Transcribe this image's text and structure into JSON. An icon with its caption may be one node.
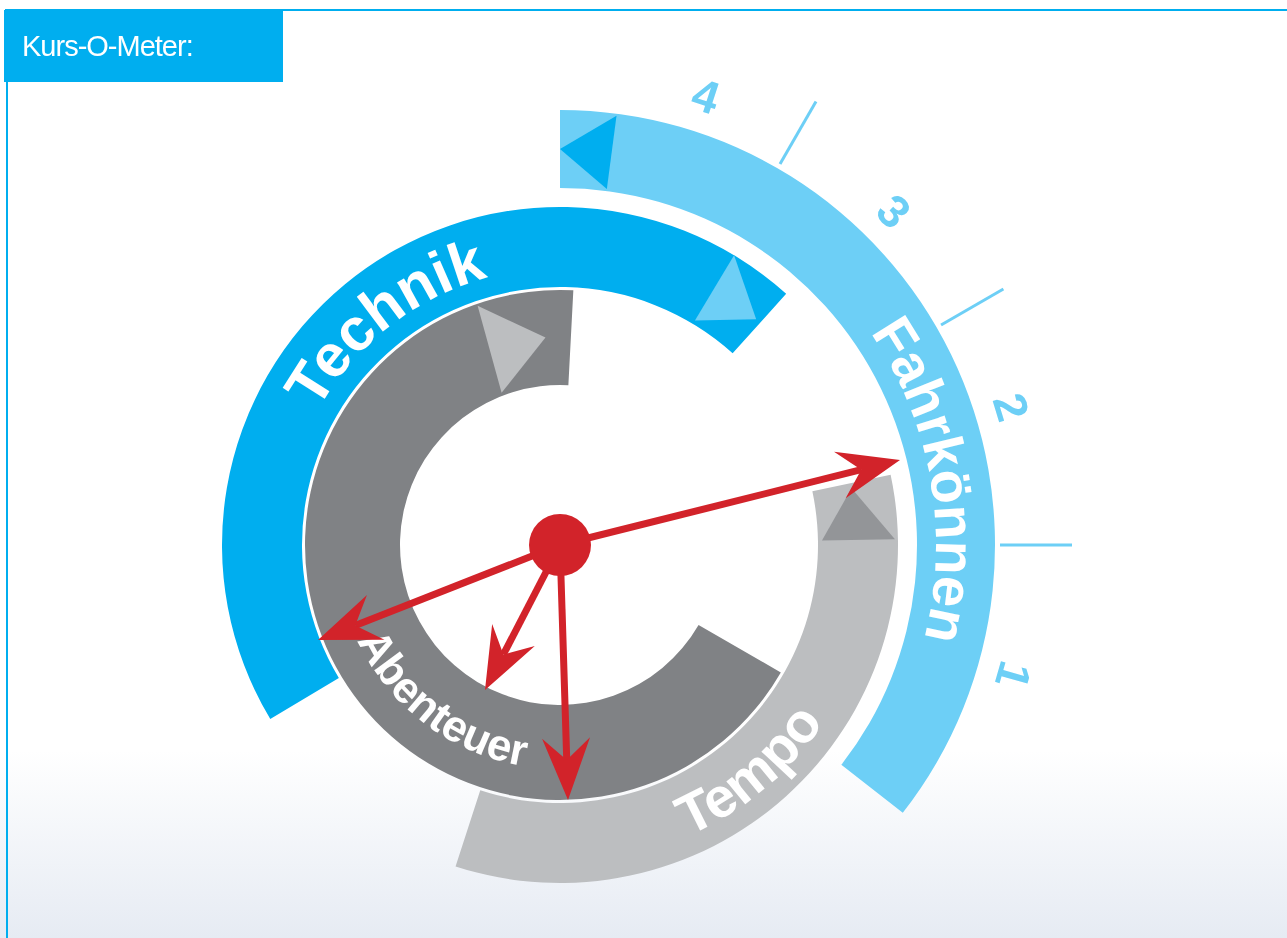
{
  "diagram": {
    "title": "Kurs-O-Meter:",
    "nodes": [
      {
        "text": [
          "Technik"
        ]
      },
      {
        "text": [
          "Fahrkönnen"
        ]
      },
      {
        "text": [
          "Abenteuer"
        ]
      },
      {
        "text": [
          "Tempo"
        ]
      }
    ],
    "labels": [
      "4",
      "3",
      "2",
      "1"
    ]
  }
}
